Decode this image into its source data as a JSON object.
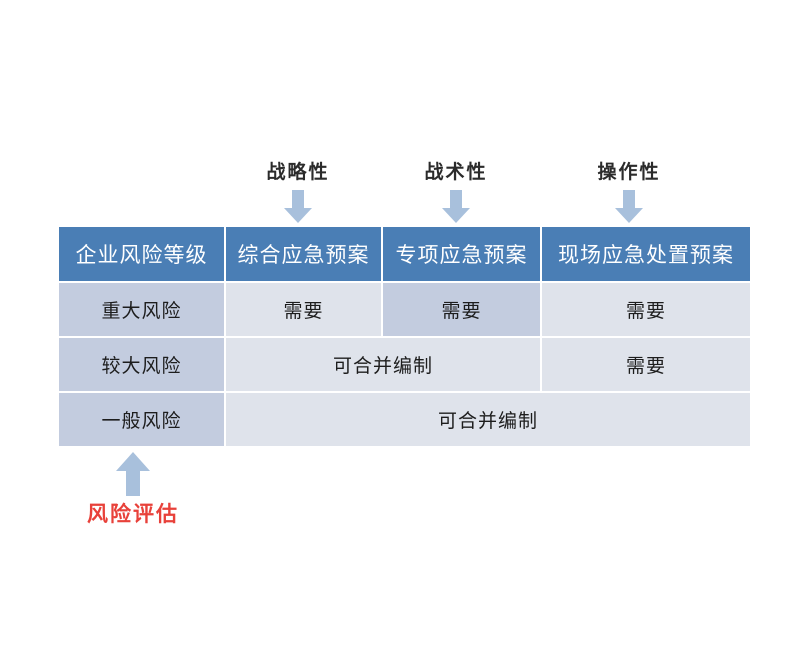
{
  "diagram": {
    "background_color": "#ffffff",
    "accent_colors": {
      "header_blue": "#4A7EB5",
      "level_cell": "#C3CCDF",
      "value_cell": "#DFE3EB",
      "arrow_blue": "#A8C0DC",
      "annotation_red": "#E8413A"
    }
  },
  "column_annotations": [
    {
      "label": "战略性",
      "icon": "arrow-down-icon",
      "target_column": "综合应急预案"
    },
    {
      "label": "战术性",
      "icon": "arrow-down-icon",
      "target_column": "专项应急预案"
    },
    {
      "label": "操作性",
      "icon": "arrow-down-icon",
      "target_column": "现场应急处置预案"
    }
  ],
  "table": {
    "headers": [
      "企业风险等级",
      "综合应急预案",
      "专项应急预案",
      "现场应急处置预案"
    ],
    "rows": [
      {
        "level": "重大风险",
        "cells": [
          {
            "text": "需要",
            "span": 1,
            "accent": false
          },
          {
            "text": "需要",
            "span": 1,
            "accent": true
          },
          {
            "text": "需要",
            "span": 1,
            "accent": false
          }
        ]
      },
      {
        "level": "较大风险",
        "cells": [
          {
            "text": "可合并编制",
            "span": 2,
            "accent": false
          },
          {
            "text": "需要",
            "span": 1,
            "accent": false
          }
        ]
      },
      {
        "level": "一般风险",
        "cells": [
          {
            "text": "可合并编制",
            "span": 3,
            "accent": false
          }
        ]
      }
    ]
  },
  "bottom_annotation": {
    "label": "风险评估",
    "icon": "arrow-up-icon",
    "target_column": "企业风险等级"
  }
}
